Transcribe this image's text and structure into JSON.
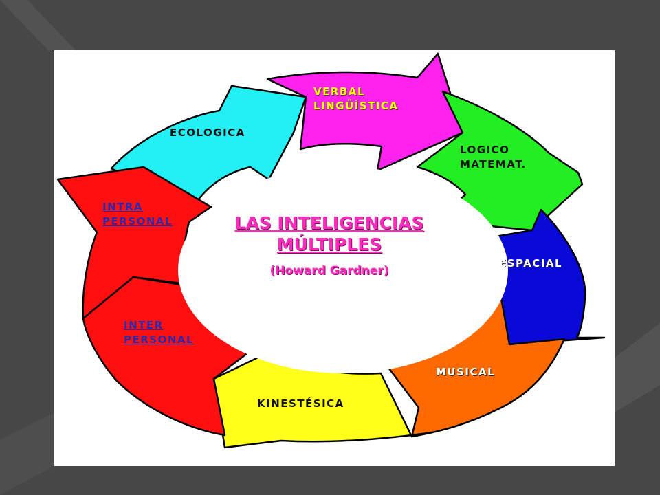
{
  "colors": {
    "backdrop": "#4a4a4a",
    "ecologica": "#22f0f4",
    "verbal": "#ff22ee",
    "logico": "#22ee22",
    "espacial": "#0a0ad8",
    "musical": "#ff6a00",
    "kinestesica": "#ffff1a",
    "inter": "#ff0f0f",
    "intra": "#ff0f0f",
    "title": "#ff2bbd"
  },
  "diagram": {
    "title_line1": "LAS INTELIGENCIAS",
    "title_line2": "MÚLTIPLES",
    "subtitle": "(Howard Gardner)",
    "segments": [
      {
        "id": "ecologica",
        "line1": "ECOLOGICA",
        "line2": ""
      },
      {
        "id": "verbal",
        "line1": "VERBAL",
        "line2": "LINGÜÍSTICA"
      },
      {
        "id": "logico",
        "line1": "LOGICO",
        "line2": "MATEMAT."
      },
      {
        "id": "espacial",
        "line1": "ESPACIAL",
        "line2": ""
      },
      {
        "id": "musical",
        "line1": "MUSICAL",
        "line2": ""
      },
      {
        "id": "kinestesica",
        "line1": "KINESTÉSICA",
        "line2": ""
      },
      {
        "id": "inter",
        "line1": "INTER",
        "line2": "PERSONAL"
      },
      {
        "id": "intra",
        "line1": "INTRA",
        "line2": "PERSONAL"
      }
    ]
  }
}
